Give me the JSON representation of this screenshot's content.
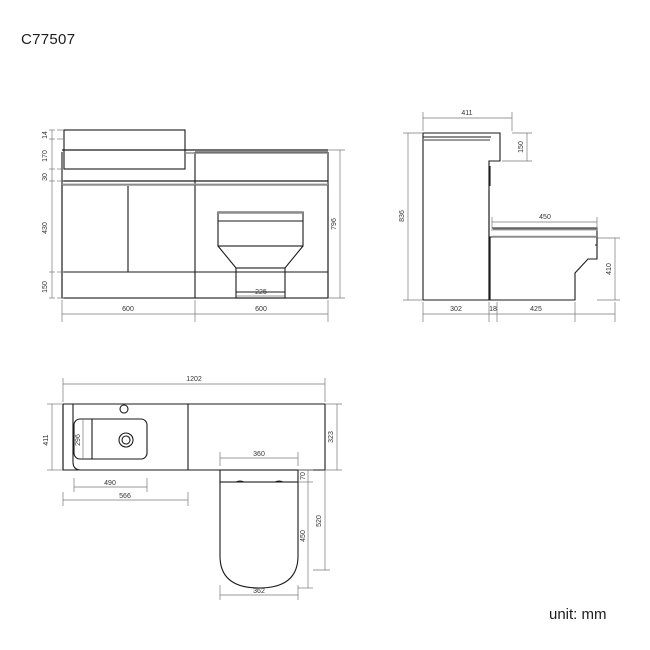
{
  "sheet": {
    "title": "C77507",
    "unit_note": "unit: mm",
    "background_color": "#ffffff",
    "line_color": "#1a1a1a",
    "dim_color": "#555555",
    "accent_color": "#888888"
  },
  "views": {
    "front_elevation": {
      "name": "front-elevation",
      "vertical_dimensions": [
        "14",
        "170",
        "30",
        "430",
        "150"
      ],
      "overall_height": "796",
      "horizontal_dimensions": [
        "600",
        "600"
      ],
      "toilet_base_width": "225"
    },
    "side_elevation": {
      "name": "side-elevation",
      "top_width": "411",
      "overall_height": "836",
      "splashback_height": "150",
      "seat_width": "450",
      "pan_height": "410",
      "bottom_dimensions": [
        "302",
        "18",
        "425"
      ]
    },
    "plan_view": {
      "name": "plan-view",
      "overall_width": "1202",
      "basin_depth": "411",
      "bowl_depth": "296",
      "bowl_width": "490",
      "basin_width": "566",
      "worktop_depth": "323",
      "cistern_width": "360",
      "cistern_depth": "70",
      "toilet_total_depth": "520",
      "pan_depth": "450",
      "pan_width": "362"
    }
  }
}
